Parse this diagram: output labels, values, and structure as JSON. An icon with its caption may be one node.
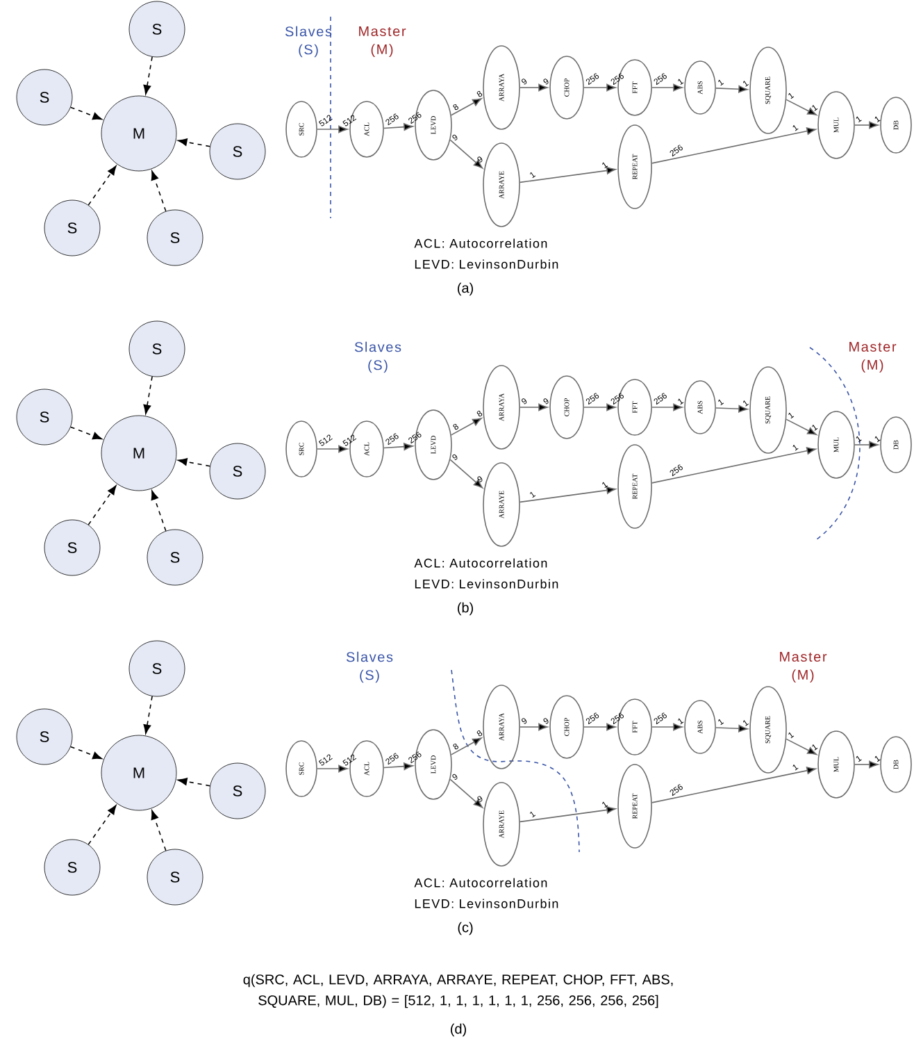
{
  "diagram": {
    "nodes": [
      {
        "text": [
          "S"
        ]
      },
      {
        "text": [
          "S"
        ]
      },
      {
        "text": [
          "M"
        ]
      },
      {
        "text": [
          "S"
        ]
      },
      {
        "text": [
          "S"
        ]
      },
      {
        "text": [
          "S"
        ]
      },
      {
        "text": [
          "SRC"
        ]
      },
      {
        "text": [
          "ACL"
        ]
      },
      {
        "text": [
          "LEVD"
        ]
      },
      {
        "text": [
          "ARRAYA"
        ]
      },
      {
        "text": [
          "ARRAYE"
        ]
      },
      {
        "text": [
          "CHOP"
        ]
      },
      {
        "text": [
          "FFT"
        ]
      },
      {
        "text": [
          "ABS"
        ]
      },
      {
        "text": [
          "SQUARE"
        ]
      },
      {
        "text": [
          "REPEAT"
        ]
      },
      {
        "text": [
          "MUL"
        ]
      },
      {
        "text": [
          "DB"
        ]
      },
      {
        "text": [
          "S"
        ]
      },
      {
        "text": [
          "S"
        ]
      },
      {
        "text": [
          "M"
        ]
      },
      {
        "text": [
          "S"
        ]
      },
      {
        "text": [
          "S"
        ]
      },
      {
        "text": [
          "S"
        ]
      },
      {
        "text": [
          "SRC"
        ]
      },
      {
        "text": [
          "ACL"
        ]
      },
      {
        "text": [
          "LEVD"
        ]
      },
      {
        "text": [
          "ARRAYA"
        ]
      },
      {
        "text": [
          "ARRAYE"
        ]
      },
      {
        "text": [
          "CHOP"
        ]
      },
      {
        "text": [
          "FFT"
        ]
      },
      {
        "text": [
          "ABS"
        ]
      },
      {
        "text": [
          "SQUARE"
        ]
      },
      {
        "text": [
          "REPEAT"
        ]
      },
      {
        "text": [
          "MUL"
        ]
      },
      {
        "text": [
          "DB"
        ]
      },
      {
        "text": [
          "S"
        ]
      },
      {
        "text": [
          "S"
        ]
      },
      {
        "text": [
          "M"
        ]
      },
      {
        "text": [
          "S"
        ]
      },
      {
        "text": [
          "S"
        ]
      },
      {
        "text": [
          "S"
        ]
      },
      {
        "text": [
          "SRC"
        ]
      },
      {
        "text": [
          "ACL"
        ]
      },
      {
        "text": [
          "LEVD"
        ]
      },
      {
        "text": [
          "ARRAYA"
        ]
      },
      {
        "text": [
          "ARRAYE"
        ]
      },
      {
        "text": [
          "CHOP"
        ]
      },
      {
        "text": [
          "FFT"
        ]
      },
      {
        "text": [
          "ABS"
        ]
      },
      {
        "text": [
          "SQUARE"
        ]
      },
      {
        "text": [
          "REPEAT"
        ]
      },
      {
        "text": [
          "MUL"
        ]
      },
      {
        "text": [
          "DB"
        ]
      }
    ],
    "edges": [
      {
        "from": 0,
        "to": 2,
        "arrow": "to",
        "style": "dashed",
        "color": "#000000"
      },
      {
        "from": 1,
        "to": 2,
        "arrow": "to",
        "style": "dashed",
        "color": "#000000"
      },
      {
        "from": 3,
        "to": 2,
        "arrow": "to",
        "style": "dashed",
        "color": "#000000"
      },
      {
        "from": 4,
        "to": 2,
        "arrow": "to",
        "style": "dashed",
        "color": "#000000"
      },
      {
        "from": 5,
        "to": 2,
        "arrow": "to",
        "style": "dashed",
        "color": "#000000"
      },
      {
        "from": 6,
        "to": 7,
        "arrow": "to"
      },
      {
        "from": 7,
        "to": 8,
        "arrow": "to"
      },
      {
        "from": 8,
        "to": 9,
        "arrow": "to"
      },
      {
        "from": 8,
        "to": 10,
        "arrow": "to"
      },
      {
        "from": 9,
        "to": 11,
        "arrow": "to"
      },
      {
        "from": 11,
        "to": 12,
        "arrow": "to"
      },
      {
        "from": 12,
        "to": 13,
        "arrow": "to"
      },
      {
        "from": 13,
        "to": 14,
        "arrow": "to"
      },
      {
        "from": 14,
        "to": 16,
        "arrow": "to"
      },
      {
        "from": 10,
        "to": 15,
        "arrow": "to"
      },
      {
        "from": 15,
        "to": 16,
        "arrow": "to"
      },
      {
        "from": 16,
        "to": 17,
        "arrow": "to"
      },
      {
        "from": 18,
        "to": 20,
        "arrow": "to",
        "style": "dashed",
        "color": "#000000"
      },
      {
        "from": 19,
        "to": 20,
        "arrow": "to",
        "style": "dashed",
        "color": "#000000"
      },
      {
        "from": 21,
        "to": 20,
        "arrow": "to",
        "style": "dashed",
        "color": "#000000"
      },
      {
        "from": 22,
        "to": 20,
        "arrow": "to",
        "style": "dashed",
        "color": "#000000"
      },
      {
        "from": 23,
        "to": 20,
        "arrow": "to",
        "style": "dashed",
        "color": "#000000"
      },
      {
        "from": 24,
        "to": 25,
        "arrow": "to"
      },
      {
        "from": 25,
        "to": 26,
        "arrow": "to"
      },
      {
        "from": 26,
        "to": 27,
        "arrow": "to"
      },
      {
        "from": 26,
        "to": 28,
        "arrow": "to"
      },
      {
        "from": 27,
        "to": 29,
        "arrow": "to"
      },
      {
        "from": 29,
        "to": 30,
        "arrow": "to"
      },
      {
        "from": 30,
        "to": 31,
        "arrow": "to"
      },
      {
        "from": 31,
        "to": 32,
        "arrow": "to"
      },
      {
        "from": 32,
        "to": 34,
        "arrow": "to"
      },
      {
        "from": 28,
        "to": 33,
        "arrow": "to"
      },
      {
        "from": 33,
        "to": 34,
        "arrow": "to"
      },
      {
        "from": 34,
        "to": 35,
        "arrow": "to"
      },
      {
        "from": 36,
        "to": 38,
        "arrow": "to",
        "style": "dashed",
        "color": "#000000"
      },
      {
        "from": 37,
        "to": 38,
        "arrow": "to",
        "style": "dashed",
        "color": "#000000"
      },
      {
        "from": 39,
        "to": 38,
        "arrow": "to",
        "style": "dashed",
        "color": "#000000"
      },
      {
        "from": 40,
        "to": 38,
        "arrow": "to",
        "style": "dashed",
        "color": "#000000"
      },
      {
        "from": 41,
        "to": 38,
        "arrow": "to",
        "style": "dashed",
        "color": "#000000"
      },
      {
        "from": 42,
        "to": 43,
        "arrow": "to"
      },
      {
        "from": 43,
        "to": 44,
        "arrow": "to"
      },
      {
        "from": 44,
        "to": 45,
        "arrow": "to"
      },
      {
        "from": 44,
        "to": 46,
        "arrow": "to"
      },
      {
        "from": 45,
        "to": 47,
        "arrow": "to"
      },
      {
        "from": 47,
        "to": 48,
        "arrow": "to"
      },
      {
        "from": 48,
        "to": 49,
        "arrow": "to"
      },
      {
        "from": 49,
        "to": 50,
        "arrow": "to"
      },
      {
        "from": 50,
        "to": 52,
        "arrow": "to"
      },
      {
        "from": 46,
        "to": 51,
        "arrow": "to"
      },
      {
        "from": 51,
        "to": 52,
        "arrow": "to"
      },
      {
        "from": 52,
        "to": 53,
        "arrow": "to"
      }
    ],
    "labels": [
      "Slaves (S)",
      "Master (M)",
      "512",
      "512",
      "256",
      "256",
      "8",
      "8",
      "9",
      "9",
      "9",
      "9",
      "256",
      "256",
      "256",
      "1",
      "1",
      "1",
      "1",
      "1",
      "1",
      "1",
      "256",
      "1",
      "1",
      "1",
      "ACL: Autocorrelation",
      "LEVD: LevinsonDurbin",
      "(a)",
      "Slaves (S)",
      "Master (M)",
      "512",
      "512",
      "256",
      "256",
      "8",
      "8",
      "9",
      "9",
      "9",
      "9",
      "256",
      "256",
      "256",
      "1",
      "1",
      "1",
      "1",
      "1",
      "1",
      "1",
      "256",
      "1",
      "1",
      "1",
      "ACL: Autocorrelation",
      "LEVD: LevinsonDurbin",
      "(b)",
      "Slaves (S)",
      "Master (M)",
      "512",
      "512",
      "256",
      "256",
      "8",
      "8",
      "9",
      "9",
      "9",
      "9",
      "256",
      "256",
      "256",
      "1",
      "1",
      "1",
      "1",
      "1",
      "1",
      "1",
      "256",
      "1",
      "1",
      "1",
      "ACL: Autocorrelation",
      "LEVD: LevinsonDurbin",
      "(c)",
      "q(SRC, ACL, LEVD, ARRAYA, ARRAYE, REPEAT, CHOP, FFT, ABS, SQUARE, MUL, DB) = [512, 1, 1, 1, 1, 1, 1, 256, 256, 256, 256]",
      "(d)"
    ]
  }
}
